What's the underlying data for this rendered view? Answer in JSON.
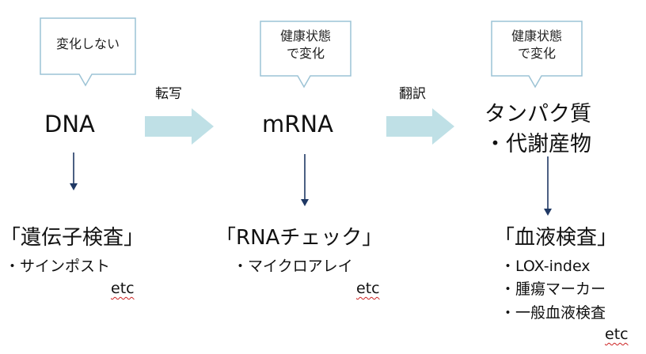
{
  "colors": {
    "big_arrow": "#bfe0e6",
    "down_arrow": "#1f3864",
    "callout_border": "#9cc3d5",
    "etc_underline": "#cc2222"
  },
  "columns": [
    {
      "callout": "変化しない",
      "stage": [
        "DNA"
      ],
      "test": "「遺伝子検査」",
      "items": [
        "・サインポスト"
      ],
      "etc": "etc"
    },
    {
      "callout": "健康状態\nで変化",
      "stage": [
        "mRNA"
      ],
      "test": "「RNAチェック」",
      "items": [
        "・マイクロアレイ"
      ],
      "etc": "etc"
    },
    {
      "callout": "健康状態\nで変化",
      "stage": [
        "タンパク質",
        "・代謝産物"
      ],
      "test": "「血液検査」",
      "items": [
        "・LOX-index",
        "・腫瘍マーカー",
        "・一般血液検査"
      ],
      "etc": "etc"
    }
  ],
  "processes": [
    "転写",
    "翻訳"
  ]
}
